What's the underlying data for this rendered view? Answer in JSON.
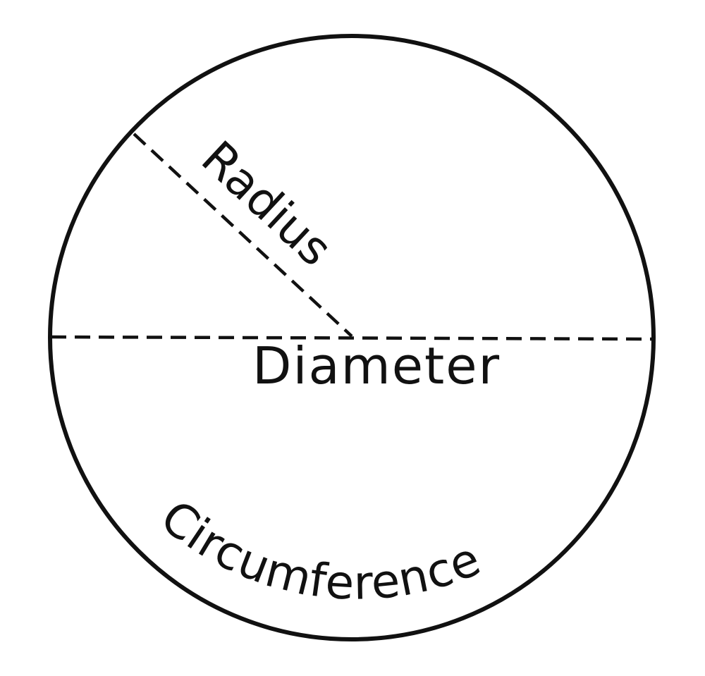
{
  "diagram": {
    "labels": {
      "radius": "Radius",
      "diameter": "Diameter",
      "circumference": "Circumference"
    },
    "colors": {
      "line": "#111111",
      "background": "#ffffff"
    }
  }
}
